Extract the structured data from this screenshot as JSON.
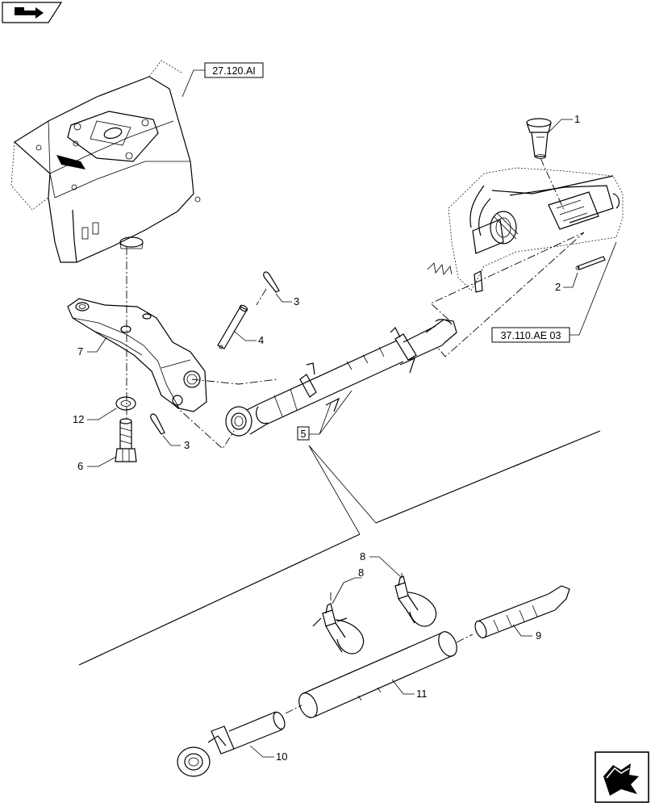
{
  "nav": {
    "back_icon": "back-arrow-icon",
    "next_icon": "next-page-icon"
  },
  "references": {
    "gearbox_ref": "27.120.AI",
    "hitch_ref": "37.110.AE 03",
    "kit_ref": "5"
  },
  "callouts": {
    "c1": "1",
    "c2": "2",
    "c3a": "3",
    "c3b": "3",
    "c4": "4",
    "c6": "6",
    "c7": "7",
    "c12": "12",
    "c8a": "8",
    "c8b": "8",
    "c9": "9",
    "c10": "10",
    "c11": "11"
  }
}
